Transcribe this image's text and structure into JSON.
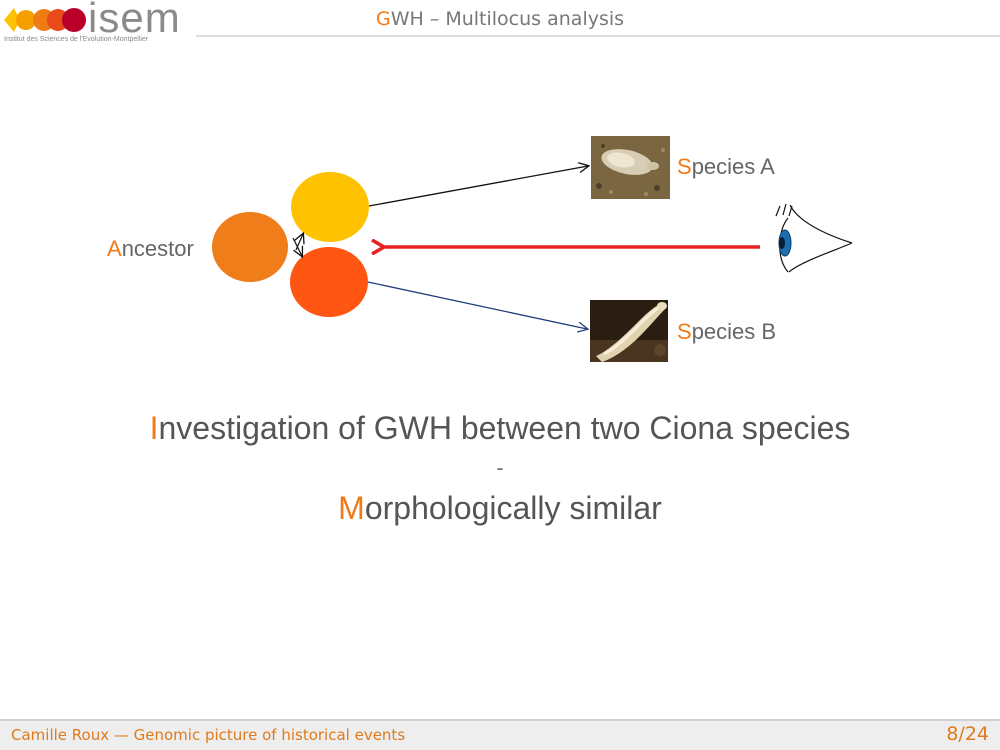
{
  "header": {
    "logo_text": "isem",
    "logo_subtitle": "Institut des Sciences de l'Evolution-Montpellier",
    "title_initial": "G",
    "title_rest": "WH – Multilocus analysis"
  },
  "diagram": {
    "ancestor": {
      "initial": "A",
      "rest": "ncestor"
    },
    "species_a": {
      "initial": "S",
      "rest": "pecies A"
    },
    "species_b": {
      "initial": "S",
      "rest": "pecies B"
    }
  },
  "caption": {
    "line1_initial": "I",
    "line1_rest": "nvestigation of GWH between two Ciona species",
    "separator": "-",
    "line2_initial": "M",
    "line2_rest": "orphologically similar"
  },
  "footer": {
    "left": "Camille Roux — Genomic picture of historical events",
    "page": "8/24"
  },
  "colors": {
    "accent": "#f07b16",
    "ancestor": "#ef7d1a",
    "species_yellow": "#fec200",
    "species_red": "#fe5612",
    "observer_arrow": "#e82020",
    "arrow_b": "#1f3d7a"
  }
}
